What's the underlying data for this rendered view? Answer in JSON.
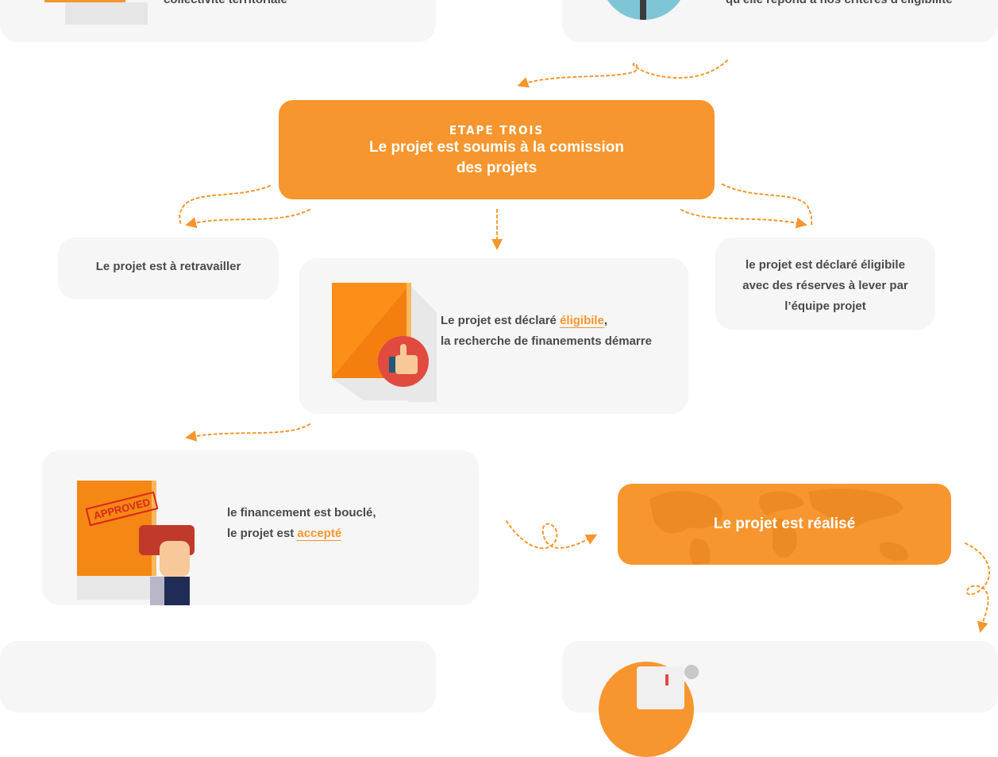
{
  "top_left": {
    "text": "collectivité territoriale"
  },
  "top_right": {
    "text": "qu'elle répond à nos critères d'éligibilité"
  },
  "step_three": {
    "label": "ETAPE TROIS",
    "title_line1": "Le projet est soumis à la comission",
    "title_line2": "des projets"
  },
  "outcome_rework": {
    "text": "Le projet est à retravailler"
  },
  "outcome_eligible": {
    "line1_prefix": "Le projet est déclaré ",
    "line1_highlight": "éligibile",
    "line1_suffix": ",",
    "line2": "la recherche de finanements démarre"
  },
  "outcome_reserves": {
    "line1": "le projet est déclaré éligibile",
    "line2": "avec des réserves à lever par",
    "line3": "l’équipe projet"
  },
  "financing": {
    "line1": "le financement est bouclé,",
    "line2_prefix": "le projet est ",
    "line2_highlight": "accepté",
    "stamp_text": "APPROVED"
  },
  "realised": {
    "text": "Le projet est réalisé"
  },
  "colors": {
    "orange": "#f7962e",
    "card_bg": "#f6f6f6",
    "text": "#4a4a4a"
  }
}
